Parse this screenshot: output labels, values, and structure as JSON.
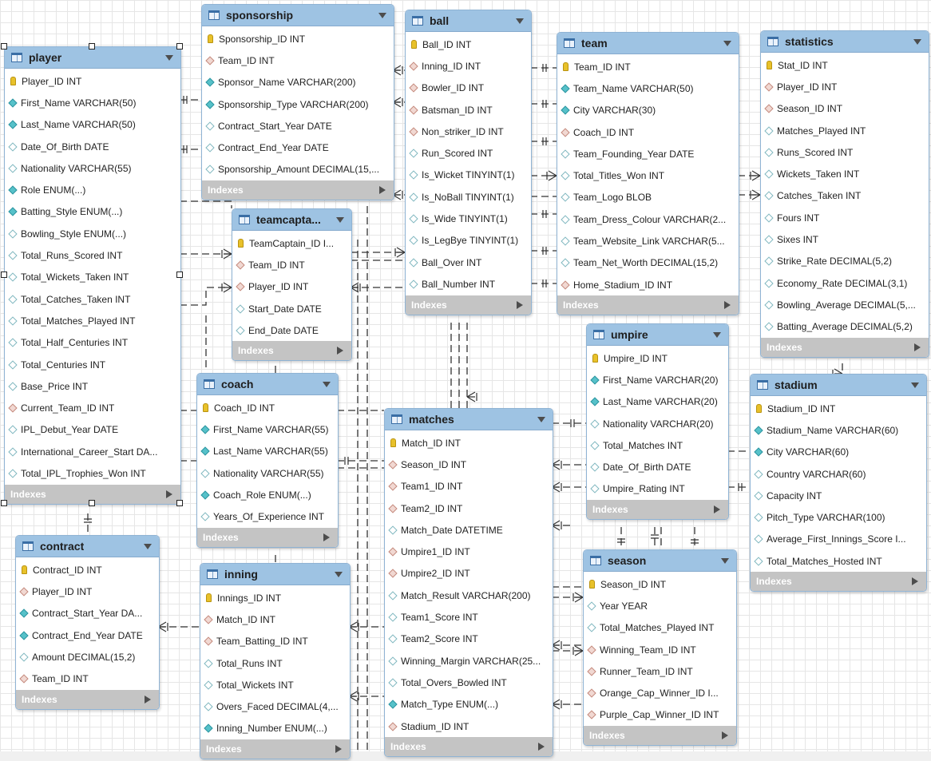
{
  "diagram": {
    "footer_label": "Indexes",
    "icon_colors": {
      "header": "#9ec3e3",
      "pk": "#e8c12a",
      "fk": "#f1d8d2",
      "not_null": "#56c1c9",
      "column": "#ffffff",
      "footer": "#c4c4c4"
    },
    "tables": [
      {
        "id": "player",
        "name": "player",
        "columns": [
          {
            "text": "Player_ID INT",
            "icon": "pk"
          },
          {
            "text": "First_Name VARCHAR(50)",
            "icon": "nn"
          },
          {
            "text": "Last_Name VARCHAR(50)",
            "icon": "nn"
          },
          {
            "text": "Date_Of_Birth DATE",
            "icon": "col"
          },
          {
            "text": "Nationality VARCHAR(55)",
            "icon": "col"
          },
          {
            "text": "Role ENUM(...)",
            "icon": "nn"
          },
          {
            "text": "Batting_Style ENUM(...)",
            "icon": "nn"
          },
          {
            "text": "Bowling_Style ENUM(...)",
            "icon": "col"
          },
          {
            "text": "Total_Runs_Scored INT",
            "icon": "col"
          },
          {
            "text": "Total_Wickets_Taken INT",
            "icon": "col"
          },
          {
            "text": "Total_Catches_Taken INT",
            "icon": "col"
          },
          {
            "text": "Total_Matches_Played INT",
            "icon": "col"
          },
          {
            "text": "Total_Half_Centuries INT",
            "icon": "col"
          },
          {
            "text": "Total_Centuries INT",
            "icon": "col"
          },
          {
            "text": "Base_Price INT",
            "icon": "col"
          },
          {
            "text": "Current_Team_ID INT",
            "icon": "fk"
          },
          {
            "text": "IPL_Debut_Year DATE",
            "icon": "col"
          },
          {
            "text": "International_Career_Start DA...",
            "icon": "col"
          },
          {
            "text": "Total_IPL_Trophies_Won INT",
            "icon": "col"
          }
        ]
      },
      {
        "id": "sponsorship",
        "name": "sponsorship",
        "columns": [
          {
            "text": "Sponsorship_ID INT",
            "icon": "pk"
          },
          {
            "text": "Team_ID INT",
            "icon": "fk"
          },
          {
            "text": "Sponsor_Name VARCHAR(200)",
            "icon": "nn"
          },
          {
            "text": "Sponsorship_Type VARCHAR(200)",
            "icon": "nn"
          },
          {
            "text": "Contract_Start_Year DATE",
            "icon": "col"
          },
          {
            "text": "Contract_End_Year DATE",
            "icon": "col"
          },
          {
            "text": "Sponsorship_Amount DECIMAL(15,...",
            "icon": "col"
          }
        ]
      },
      {
        "id": "ball",
        "name": "ball",
        "columns": [
          {
            "text": "Ball_ID INT",
            "icon": "pk"
          },
          {
            "text": "Inning_ID INT",
            "icon": "fk"
          },
          {
            "text": "Bowler_ID INT",
            "icon": "fk"
          },
          {
            "text": "Batsman_ID INT",
            "icon": "fk"
          },
          {
            "text": "Non_striker_ID INT",
            "icon": "fk"
          },
          {
            "text": "Run_Scored INT",
            "icon": "col"
          },
          {
            "text": "Is_Wicket TINYINT(1)",
            "icon": "col"
          },
          {
            "text": "Is_NoBall TINYINT(1)",
            "icon": "col"
          },
          {
            "text": "Is_Wide TINYINT(1)",
            "icon": "col"
          },
          {
            "text": "Is_LegBye TINYINT(1)",
            "icon": "col"
          },
          {
            "text": "Ball_Over INT",
            "icon": "col"
          },
          {
            "text": "Ball_Number INT",
            "icon": "col"
          }
        ]
      },
      {
        "id": "team",
        "name": "team",
        "columns": [
          {
            "text": "Team_ID INT",
            "icon": "pk"
          },
          {
            "text": "Team_Name VARCHAR(50)",
            "icon": "nn"
          },
          {
            "text": "City VARCHAR(30)",
            "icon": "nn"
          },
          {
            "text": "Coach_ID INT",
            "icon": "fk"
          },
          {
            "text": "Team_Founding_Year DATE",
            "icon": "col"
          },
          {
            "text": "Total_Titles_Won INT",
            "icon": "col"
          },
          {
            "text": "Team_Logo BLOB",
            "icon": "col"
          },
          {
            "text": "Team_Dress_Colour VARCHAR(2...",
            "icon": "col"
          },
          {
            "text": "Team_Website_Link VARCHAR(5...",
            "icon": "col"
          },
          {
            "text": "Team_Net_Worth DECIMAL(15,2)",
            "icon": "col"
          },
          {
            "text": "Home_Stadium_ID INT",
            "icon": "fk"
          }
        ]
      },
      {
        "id": "statistics",
        "name": "statistics",
        "columns": [
          {
            "text": "Stat_ID INT",
            "icon": "pk"
          },
          {
            "text": "Player_ID INT",
            "icon": "fk"
          },
          {
            "text": "Season_ID INT",
            "icon": "fk"
          },
          {
            "text": "Matches_Played INT",
            "icon": "col"
          },
          {
            "text": "Runs_Scored INT",
            "icon": "col"
          },
          {
            "text": "Wickets_Taken INT",
            "icon": "col"
          },
          {
            "text": "Catches_Taken INT",
            "icon": "col"
          },
          {
            "text": "Fours INT",
            "icon": "col"
          },
          {
            "text": "Sixes INT",
            "icon": "col"
          },
          {
            "text": "Strike_Rate DECIMAL(5,2)",
            "icon": "col"
          },
          {
            "text": "Economy_Rate DECIMAL(3,1)",
            "icon": "col"
          },
          {
            "text": "Bowling_Average DECIMAL(5,...",
            "icon": "col"
          },
          {
            "text": "Batting_Average DECIMAL(5,2)",
            "icon": "col"
          }
        ]
      },
      {
        "id": "teamcaptain",
        "name": "teamcapta...",
        "columns": [
          {
            "text": "TeamCaptain_ID I...",
            "icon": "pk"
          },
          {
            "text": "Team_ID INT",
            "icon": "fk"
          },
          {
            "text": "Player_ID INT",
            "icon": "fk"
          },
          {
            "text": "Start_Date DATE",
            "icon": "col"
          },
          {
            "text": "End_Date DATE",
            "icon": "col"
          }
        ]
      },
      {
        "id": "umpire",
        "name": "umpire",
        "columns": [
          {
            "text": "Umpire_ID INT",
            "icon": "pk"
          },
          {
            "text": "First_Name VARCHAR(20)",
            "icon": "nn"
          },
          {
            "text": "Last_Name VARCHAR(20)",
            "icon": "nn"
          },
          {
            "text": "Nationality VARCHAR(20)",
            "icon": "col"
          },
          {
            "text": "Total_Matches INT",
            "icon": "col"
          },
          {
            "text": "Date_Of_Birth DATE",
            "icon": "col"
          },
          {
            "text": "Umpire_Rating INT",
            "icon": "col"
          }
        ]
      },
      {
        "id": "coach",
        "name": "coach",
        "columns": [
          {
            "text": "Coach_ID INT",
            "icon": "pk"
          },
          {
            "text": "First_Name VARCHAR(55)",
            "icon": "nn"
          },
          {
            "text": "Last_Name VARCHAR(55)",
            "icon": "nn"
          },
          {
            "text": "Nationality VARCHAR(55)",
            "icon": "col"
          },
          {
            "text": "Coach_Role ENUM(...)",
            "icon": "nn"
          },
          {
            "text": "Years_Of_Experience INT",
            "icon": "col"
          }
        ]
      },
      {
        "id": "matches",
        "name": "matches",
        "columns": [
          {
            "text": "Match_ID INT",
            "icon": "pk"
          },
          {
            "text": "Season_ID INT",
            "icon": "fk"
          },
          {
            "text": "Team1_ID INT",
            "icon": "fk"
          },
          {
            "text": "Team2_ID INT",
            "icon": "fk"
          },
          {
            "text": "Match_Date DATETIME",
            "icon": "col"
          },
          {
            "text": "Umpire1_ID INT",
            "icon": "fk"
          },
          {
            "text": "Umpire2_ID INT",
            "icon": "fk"
          },
          {
            "text": "Match_Result VARCHAR(200)",
            "icon": "col"
          },
          {
            "text": "Team1_Score INT",
            "icon": "col"
          },
          {
            "text": "Team2_Score INT",
            "icon": "col"
          },
          {
            "text": "Winning_Margin VARCHAR(25...",
            "icon": "col"
          },
          {
            "text": "Total_Overs_Bowled INT",
            "icon": "col"
          },
          {
            "text": "Match_Type ENUM(...)",
            "icon": "nn"
          },
          {
            "text": "Stadium_ID INT",
            "icon": "fk"
          }
        ]
      },
      {
        "id": "stadium",
        "name": "stadium",
        "columns": [
          {
            "text": "Stadium_ID INT",
            "icon": "pk"
          },
          {
            "text": "Stadium_Name VARCHAR(60)",
            "icon": "nn"
          },
          {
            "text": "City VARCHAR(60)",
            "icon": "nn"
          },
          {
            "text": "Country VARCHAR(60)",
            "icon": "col"
          },
          {
            "text": "Capacity INT",
            "icon": "col"
          },
          {
            "text": "Pitch_Type VARCHAR(100)",
            "icon": "col"
          },
          {
            "text": "Average_First_Innings_Score I...",
            "icon": "col"
          },
          {
            "text": "Total_Matches_Hosted INT",
            "icon": "col"
          }
        ]
      },
      {
        "id": "contract",
        "name": "contract",
        "columns": [
          {
            "text": "Contract_ID INT",
            "icon": "pk"
          },
          {
            "text": "Player_ID INT",
            "icon": "fk"
          },
          {
            "text": "Contract_Start_Year DA...",
            "icon": "nn"
          },
          {
            "text": "Contract_End_Year DATE",
            "icon": "nn"
          },
          {
            "text": "Amount DECIMAL(15,2)",
            "icon": "col"
          },
          {
            "text": "Team_ID INT",
            "icon": "fk"
          }
        ]
      },
      {
        "id": "inning",
        "name": "inning",
        "columns": [
          {
            "text": "Innings_ID INT",
            "icon": "pk"
          },
          {
            "text": "Match_ID INT",
            "icon": "fk"
          },
          {
            "text": "Team_Batting_ID INT",
            "icon": "fk"
          },
          {
            "text": "Total_Runs INT",
            "icon": "col"
          },
          {
            "text": "Total_Wickets INT",
            "icon": "col"
          },
          {
            "text": "Overs_Faced DECIMAL(4,...",
            "icon": "col"
          },
          {
            "text": "Inning_Number ENUM(...)",
            "icon": "nn"
          }
        ]
      },
      {
        "id": "season",
        "name": "season",
        "columns": [
          {
            "text": "Season_ID INT",
            "icon": "pk"
          },
          {
            "text": "Year YEAR",
            "icon": "col"
          },
          {
            "text": "Total_Matches_Played INT",
            "icon": "col"
          },
          {
            "text": "Winning_Team_ID INT",
            "icon": "fk"
          },
          {
            "text": "Runner_Team_ID INT",
            "icon": "fk"
          },
          {
            "text": "Orange_Cap_Winner_ID I...",
            "icon": "fk"
          },
          {
            "text": "Purple_Cap_Winner_ID INT",
            "icon": "fk"
          }
        ]
      }
    ]
  }
}
